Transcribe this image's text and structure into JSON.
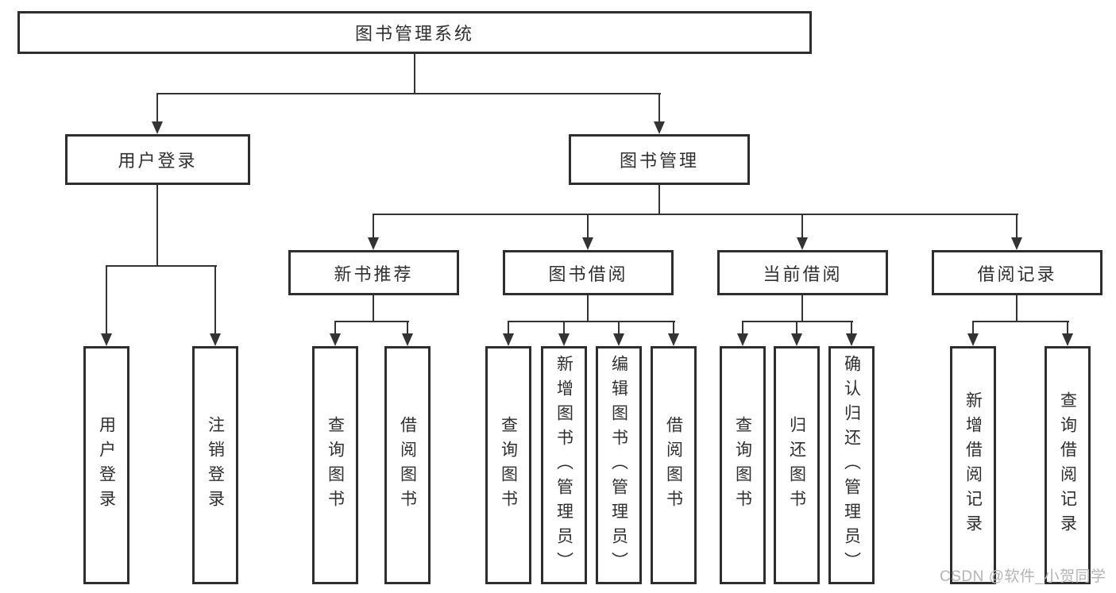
{
  "tree": {
    "root": {
      "label": "图书管理系统"
    },
    "branches": [
      {
        "label": "用户登录",
        "children": [
          "用户登录",
          "注销登录"
        ]
      },
      {
        "label": "图书管理",
        "children": [
          {
            "label": "新书推荐",
            "children": [
              "查询图书",
              "借阅图书"
            ]
          },
          {
            "label": "图书借阅",
            "children": [
              "查询图书",
              "新增图书（管理员）",
              "编辑图书（管理员）",
              "借阅图书"
            ]
          },
          {
            "label": "当前借阅",
            "children": [
              "查询图书",
              "归还图书",
              "确认归还（管理员）"
            ]
          },
          {
            "label": "借阅记录",
            "children": [
              "新增借阅记录",
              "查询借阅记录"
            ]
          }
        ]
      }
    ]
  },
  "watermark": {
    "text": "CSDN @软件_小贺同学"
  },
  "colors": {
    "line": "#333333",
    "box_border": "#2e2e2e",
    "text": "#2f2f2f",
    "watermark": "#b4b4b4",
    "background": "#ffffff"
  }
}
